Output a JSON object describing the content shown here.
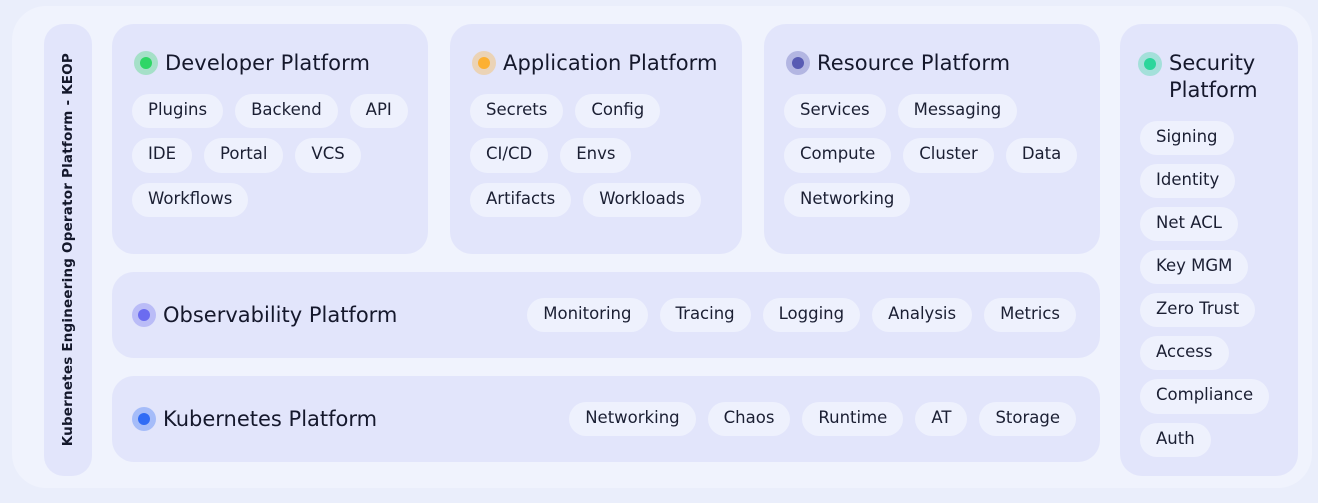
{
  "sidebar": {
    "label": "Kubernetes Engineering Operator Platform - KEOP"
  },
  "colors": {
    "page_background": "#eaeefb",
    "shell_background": "#f0f3fd",
    "card_background": "#e2e5fb",
    "tag_background": "#eef1fd",
    "text": "#15182c",
    "dot_developer": "#2fd766",
    "dot_application": "#fcb033",
    "dot_resource": "#585cb4",
    "dot_security": "#2dd69b",
    "dot_observability": "#6b6cf0",
    "dot_kubernetes": "#2f6bf5"
  },
  "cards": [
    {
      "id": "developer-platform",
      "title": "Developer Platform",
      "dot": "dot_developer",
      "tags": [
        "Plugins",
        "Backend",
        "API",
        "IDE",
        "Portal",
        "VCS",
        "Workflows"
      ]
    },
    {
      "id": "application-platform",
      "title": "Application Platform",
      "dot": "dot_application",
      "tags": [
        "Secrets",
        "Config",
        "CI/CD",
        "Envs",
        "Artifacts",
        "Workloads"
      ]
    },
    {
      "id": "resource-platform",
      "title": "Resource Platform",
      "dot": "dot_resource",
      "tags": [
        "Services",
        "Messaging",
        "Compute",
        "Cluster",
        "Data",
        "Networking"
      ]
    }
  ],
  "rows": [
    {
      "id": "observability-platform",
      "title": "Observability Platform",
      "dot": "dot_observability",
      "tags": [
        "Monitoring",
        "Tracing",
        "Logging",
        "Analysis",
        "Metrics"
      ]
    },
    {
      "id": "kubernetes-platform",
      "title": "Kubernetes Platform",
      "dot": "dot_kubernetes",
      "tags": [
        "Networking",
        "Chaos",
        "Runtime",
        "AT",
        "Storage"
      ]
    }
  ],
  "security": {
    "id": "security-platform",
    "title": "Security Platform",
    "dot": "dot_security",
    "tags": [
      "Signing",
      "Identity",
      "Net ACL",
      "Key MGM",
      "Zero Trust",
      "Access",
      "Compliance",
      "Auth"
    ]
  }
}
